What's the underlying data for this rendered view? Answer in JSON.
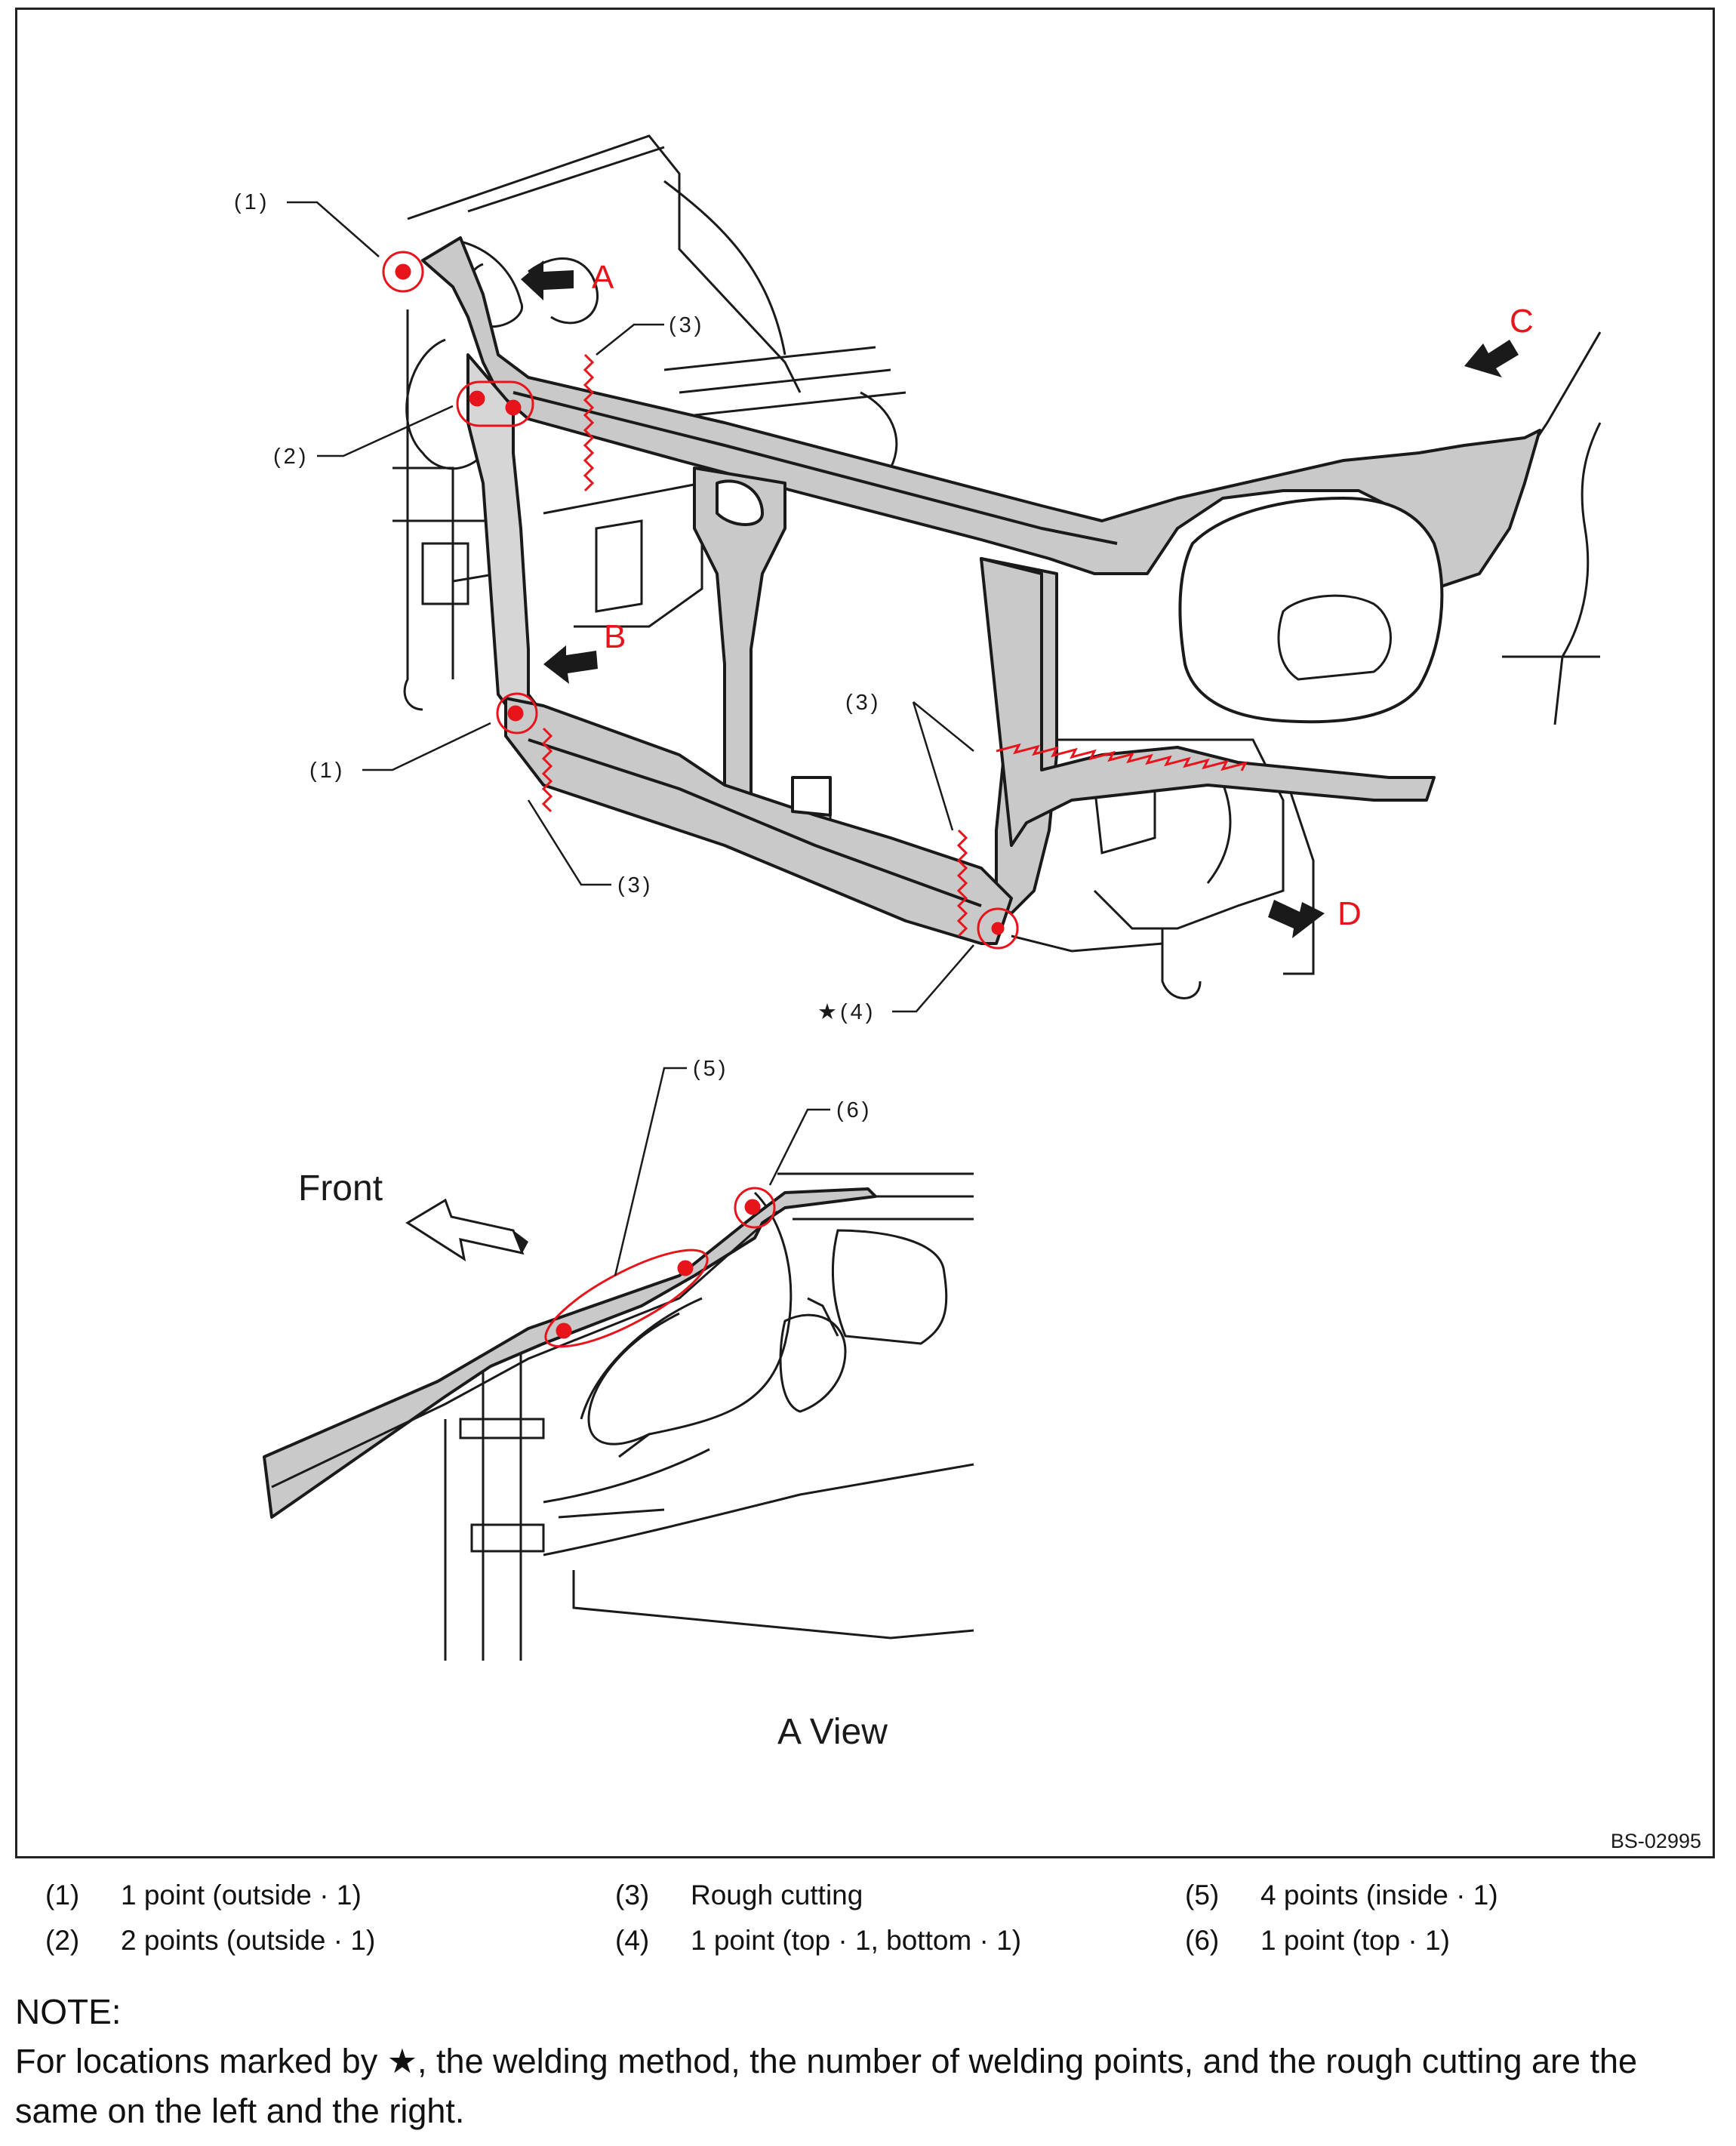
{
  "diagram": {
    "image_code": "BS-02995",
    "view_arrows": [
      "A",
      "B",
      "C",
      "D"
    ],
    "callouts": {
      "c1_top": "(1)",
      "c3_top": "(3)",
      "c2": "(2)",
      "c1_bottom": "(1)",
      "c3_left_bottom": "(3)",
      "c3_right": "(3)",
      "c4_star": "★(4)",
      "c5": "(5)",
      "c6": "(6)"
    },
    "a_view": {
      "front_label": "Front",
      "caption": "A  View"
    },
    "colors": {
      "panel_fill": "#c9c9c9",
      "outline": "#1a1a1a",
      "weld_red": "#e8141c"
    }
  },
  "legend": [
    {
      "num": "(1)",
      "text": "1 point (outside · 1)"
    },
    {
      "num": "(2)",
      "text": "2 points (outside · 1)"
    },
    {
      "num": "(3)",
      "text": "Rough cutting"
    },
    {
      "num": "(4)",
      "text": "1 point (top · 1, bottom · 1)"
    },
    {
      "num": "(5)",
      "text": "4 points (inside · 1)"
    },
    {
      "num": "(6)",
      "text": "1 point (top · 1)"
    }
  ],
  "note": {
    "title": "NOTE:",
    "text": "For locations marked by ★, the welding method, the number of welding points, and the rough cutting are the same on the left and the right."
  }
}
